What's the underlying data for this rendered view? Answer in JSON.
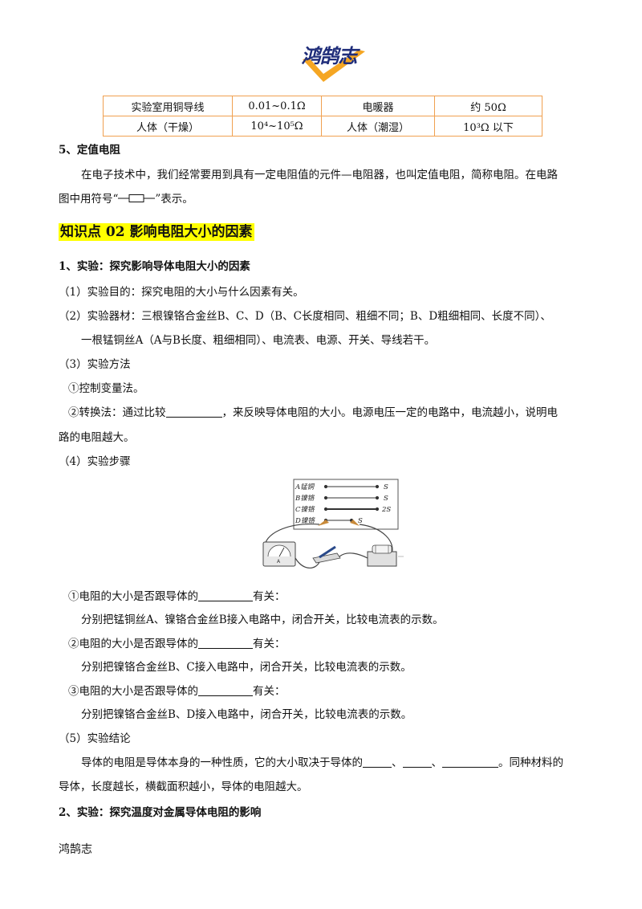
{
  "logo": {
    "text": "鸿鹄志",
    "colors": {
      "text": "#1f2d7a",
      "check": "#f5a623"
    }
  },
  "table": {
    "rows": [
      [
        "实验室用铜导线",
        "0.01~0.1Ω",
        "电暖器",
        "约 50Ω"
      ],
      [
        "人体（干燥）",
        "10⁴~10⁵Ω",
        "人体（潮湿）",
        "10³Ω 以下"
      ]
    ],
    "border_color": "#f0a050"
  },
  "s5": {
    "title": "5、定值电阻",
    "p1": "在电子技术中，我们经常要用到具有一定电阻值的元件—电阻器，也叫定值电阻，简称电阻。在电路",
    "p2_pre": "图中用符号“",
    "p2_post": "”表示。"
  },
  "kp": {
    "heading": "知识点 02  影响电阻大小的因素",
    "highlight": "#ffff00"
  },
  "exp1": {
    "title": "1、实验：探究影响导体电阻大小的因素",
    "purpose": "（1）实验目的：探究电阻的大小与什么因素有关。",
    "equip1": "（2）实验器材：三根镍铬合金丝B、C、D（B、C长度相同、粗细不同；B、D粗细相同、长度不同）、",
    "equip2": "一根锰铜丝A（A与B长度、粗细相同）、电流表、电源、开关、导线若干。",
    "method": "（3）实验方法",
    "m1": "①控制变量法。",
    "m2_pre": "②转换法：通过比较",
    "m2_post": "，来反映导体电阻的大小。电源电压一定的电路中，电流越小，说明电",
    "m2_cont": "路的电阻越大。",
    "steps": "（4）实验步骤",
    "q1_pre": "①电阻的大小是否跟导体的",
    "q1_post": "有关：",
    "a1": "分别把锰铜丝A、镍铬合金丝B接入电路中，闭合开关，比较电流表的示数。",
    "q2_pre": "②电阻的大小是否跟导体的",
    "q2_post": "有关：",
    "a2": "分别把镍铬合金丝B、C接入电路中，闭合开关，比较电流表的示数。",
    "q3_pre": "③电阻的大小是否跟导体的",
    "q3_post": "有关：",
    "a3": "分别把镍铬合金丝B、D接入电路中，闭合开关，比较电流表的示数。",
    "conclusion": "（5）实验结论",
    "c1_pre": "导体的电阻是导体本身的一种性质，它的大小取决于导体的",
    "c1_sep1": "、",
    "c1_sep2": "、",
    "c1_post": "。同种材料的",
    "c2": "导体，长度越长，横截面积越小，导体的电阻越大。"
  },
  "circuit": {
    "wires": [
      {
        "label": "A锰铜",
        "end": "S"
      },
      {
        "label": "B镍铬",
        "end": "S"
      },
      {
        "label": "C镍铬",
        "end": "2S"
      },
      {
        "label": "D镍铬",
        "end": "S"
      }
    ]
  },
  "exp2": {
    "title": "2、实验：探究温度对金属导体电阻的影响"
  },
  "footer": {
    "text": "鸿鹄志"
  }
}
